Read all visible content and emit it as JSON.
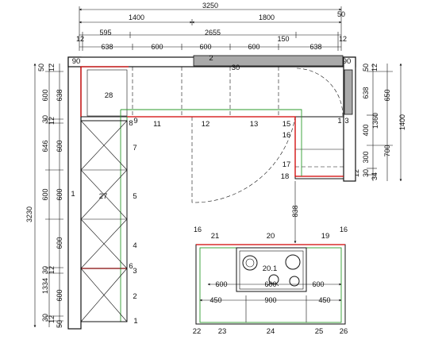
{
  "dimensions": {
    "top": {
      "total": "3250",
      "overhang": "50",
      "left_run": "1400",
      "right_run": "1800",
      "row3": [
        "12",
        "595",
        "2655",
        "150",
        "12"
      ],
      "row4": [
        "638",
        "600",
        "600",
        "600",
        "638"
      ]
    },
    "left": {
      "total": "3230",
      "segments": [
        "50",
        "12",
        "600",
        "638",
        "30",
        "12",
        "646",
        "600",
        "600",
        "600",
        "600",
        "30",
        "12",
        "1334",
        "600",
        "30",
        "12",
        "50"
      ]
    },
    "right": {
      "inner": [
        "50",
        "12",
        "638",
        "400",
        "300",
        "12",
        "30",
        "34"
      ],
      "mid": [
        "650",
        "1360",
        "700"
      ],
      "outer": "1400"
    },
    "island": {
      "gap": "838",
      "top": [
        "16",
        "16"
      ],
      "row1": [
        "600",
        "600",
        "600"
      ],
      "row2": [
        "450",
        "900",
        "450"
      ]
    }
  },
  "labels": {
    "tall_units": [
      "1",
      "2",
      "3",
      "4",
      "5",
      "6",
      "7",
      "8",
      "9"
    ],
    "upper_row": [
      "11",
      "12",
      "13",
      "15",
      "16",
      "17",
      "18"
    ],
    "top_misc": [
      "90",
      "2",
      "30",
      "90",
      "1",
      "3"
    ],
    "cabinet": [
      "27",
      "28"
    ],
    "island_top": [
      "21",
      "20",
      "19"
    ],
    "island_bottom": [
      "22",
      "23",
      "24",
      "25",
      "26"
    ],
    "hob": "20.1",
    "wall_left": "1"
  }
}
